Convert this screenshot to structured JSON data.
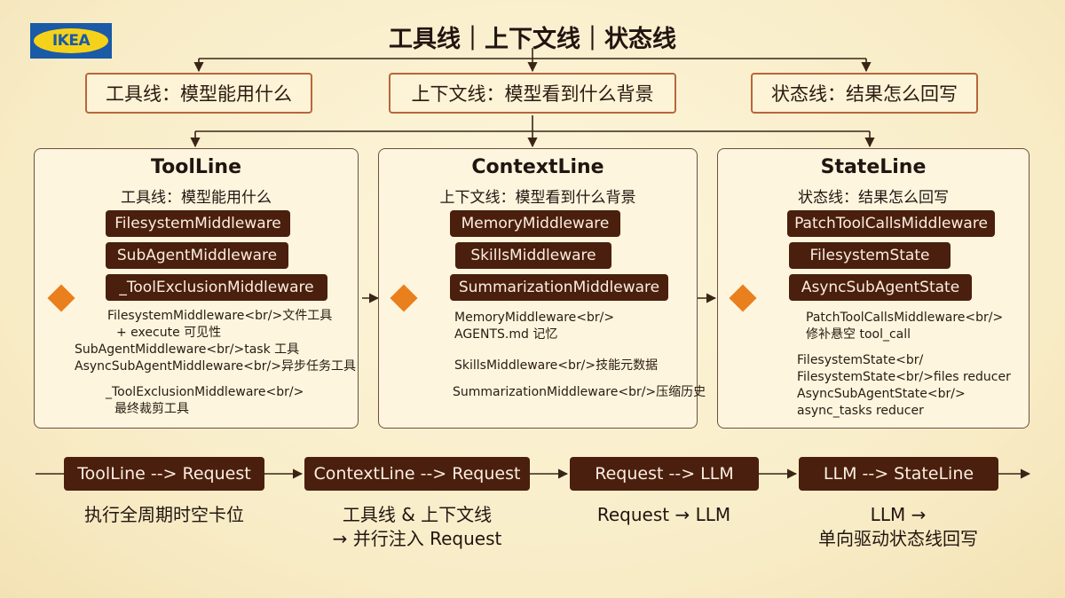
{
  "logo": {
    "text": "IKEA"
  },
  "title": "工具线｜上下文线｜状态线",
  "top_boxes": [
    "工具线：模型能用什么",
    "上下文线：模型看到什么背景",
    "状态线：结果怎么回写"
  ],
  "panels": [
    {
      "title": "ToolLine",
      "subtitle": "工具线：模型能用什么",
      "chips": [
        "FilesystemMiddleware",
        "SubAgentMiddleware",
        "_ToolExclusionMiddleware"
      ],
      "notes": [
        "FilesystemMiddleware<br/>文件工具",
        "+ execute 可见性",
        "SubAgentMiddleware<br/>task 工具",
        "AsyncSubAgentMiddleware<br/>异步任务工具",
        "_ToolExclusionMiddleware<br/>",
        "最终裁剪工具"
      ]
    },
    {
      "title": "ContextLine",
      "subtitle": "上下文线：模型看到什么背景",
      "chips": [
        "MemoryMiddleware",
        "SkillsMiddleware",
        "SummarizationMiddleware"
      ],
      "notes": [
        "MemoryMiddleware<br/>",
        "AGENTS.md 记忆",
        "SkillsMiddleware<br/>技能元数据",
        "SummarizationMiddleware<br/>压缩历史"
      ]
    },
    {
      "title": "StateLine",
      "subtitle": "状态线：结果怎么回写",
      "chips": [
        "PatchToolCallsMiddleware",
        "FilesystemState",
        "AsyncSubAgentState"
      ],
      "notes": [
        "PatchToolCallsMiddleware<br/>",
        "修补悬空 tool_call",
        "FilesystemState<br/",
        "FilesystemState<br/>files reducer",
        "AsyncSubAgentState<br/>",
        "async_tasks reducer"
      ]
    }
  ],
  "flow": [
    {
      "label": "ToolLine --> Request",
      "caption": [
        "执行全周期时空卡位"
      ]
    },
    {
      "label": "ContextLine --> Request",
      "caption": [
        "工具线 & 上下文线",
        "→ 并行注入 Request"
      ]
    },
    {
      "label": "Request --> LLM",
      "caption": [
        "Request → LLM"
      ]
    },
    {
      "label": "LLM --> StateLine",
      "caption": [
        "LLM →",
        "单向驱动状态线回写"
      ]
    }
  ],
  "colors": {
    "background": "#f8ecc6",
    "chip": "#4a1f0e",
    "box_border": "#b8663b",
    "diamond": "#ea7f1e",
    "logo_blue": "#1a5aa6",
    "logo_yellow": "#f5d21a"
  }
}
